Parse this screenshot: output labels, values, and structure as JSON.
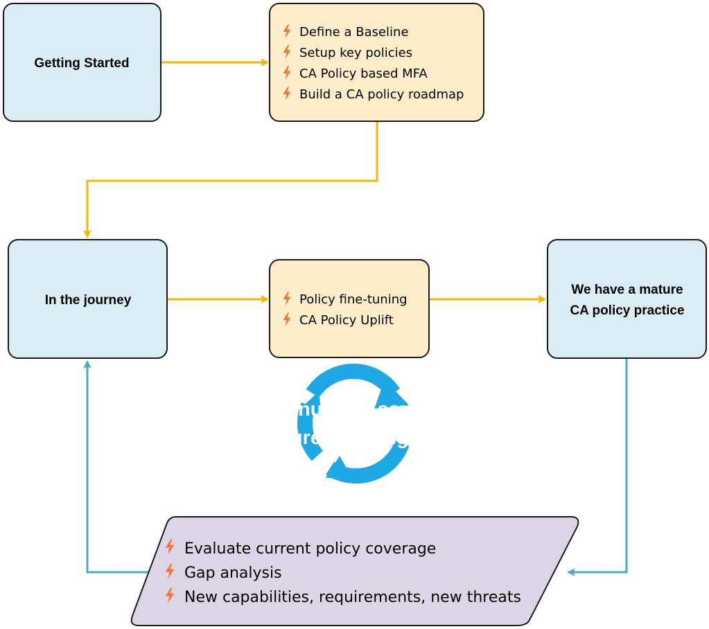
{
  "boxes": {
    "getting_started": {
      "title": "Getting Started"
    },
    "baseline": {
      "items": [
        "Define a Baseline",
        "Setup key policies",
        "CA Policy based MFA",
        "Build a CA policy roadmap"
      ]
    },
    "journey": {
      "title": "In the journey"
    },
    "tuning": {
      "items": [
        "Policy fine-tuning",
        "CA Policy Uplift"
      ]
    },
    "mature": {
      "title_line1": "We have a mature",
      "title_line2": "CA policy practice"
    },
    "evaluate": {
      "items": [
        "Evaluate current policy coverage",
        "Gap analysis",
        "New capabilities, requirements, new threats"
      ]
    }
  },
  "cycle": {
    "line1": "Continuous Security",
    "line2": "Posture Uplifting"
  },
  "colors": {
    "blue_box": "#dbedf4",
    "yellow_box": "#fdedc8",
    "purple_box": "#dcd5e6",
    "orange_arrow": "#f8b400",
    "teal_arrow": "#4aaac6",
    "cycle_blue": "#1ea9e6",
    "bolt": "#f2763a"
  },
  "icons": {
    "bullet": "lightning-bolt-icon",
    "cycle": "refresh-cycle-icon"
  }
}
